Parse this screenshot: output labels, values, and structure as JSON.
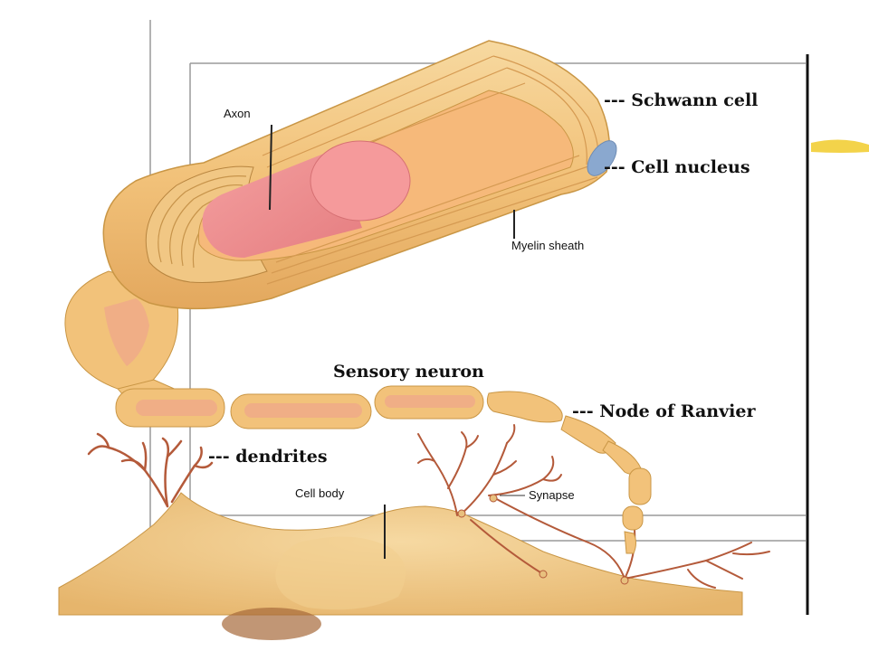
{
  "labels": {
    "axon": "Axon",
    "schwann_cell": "--- Schwann cell",
    "cell_nucleus": "--- Cell nucleus",
    "myelin_sheath": "Myelin sheath",
    "sensory_neuron": "Sensory neuron",
    "node_of_ranvier": "--- Node of Ranvier",
    "dendrites": "--- dendrites",
    "cell_body": "Cell body",
    "synapse": "Synapse"
  },
  "colors": {
    "myelin": "#f3c777",
    "myelin_dark": "#d9a451",
    "axon": "#ee8a8a",
    "nucleus": "#8aa8cf",
    "background": "#ffffff",
    "dendrite": "#b45a3a"
  }
}
